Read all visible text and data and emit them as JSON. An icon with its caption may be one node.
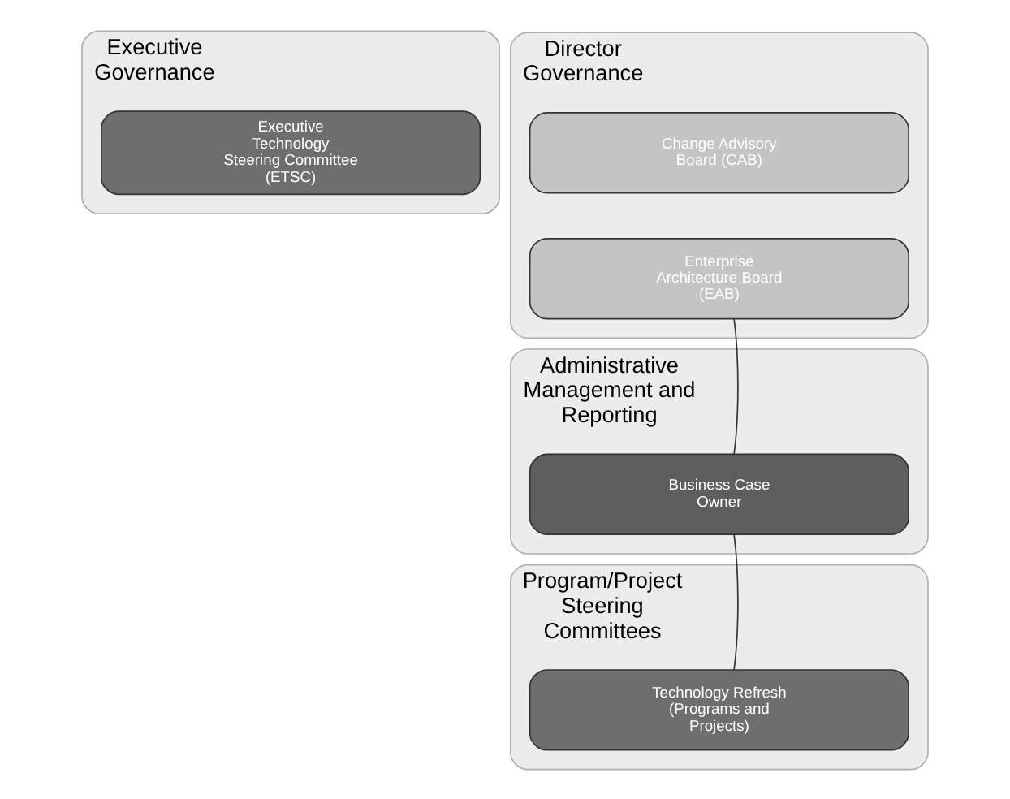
{
  "diagram": {
    "nodes": [
      {
        "text": [
          "Executive Governance"
        ]
      },
      {
        "text": [
          "Executive Technology Steering Committee (ETSC)"
        ],
        "in": 0
      },
      {
        "text": [
          "Director Governance"
        ]
      },
      {
        "text": [
          "Enterprise Architecture Board (EAB)"
        ],
        "in": 2
      },
      {
        "text": [
          "Change Advisory Board (CAB)"
        ],
        "in": 2
      },
      {
        "text": [
          "Administrative Management and Reporting"
        ]
      },
      {
        "text": [
          "Business Case Owner"
        ],
        "in": 5
      },
      {
        "text": [
          "Program/Project Steering Committees"
        ]
      },
      {
        "text": [
          "Technology Refresh (Programs and Projects)"
        ],
        "in": 7
      }
    ],
    "edges": [
      {
        "from": 3,
        "to": 6,
        "arrow": "none"
      },
      {
        "from": 6,
        "to": 8,
        "arrow": "none"
      }
    ]
  }
}
